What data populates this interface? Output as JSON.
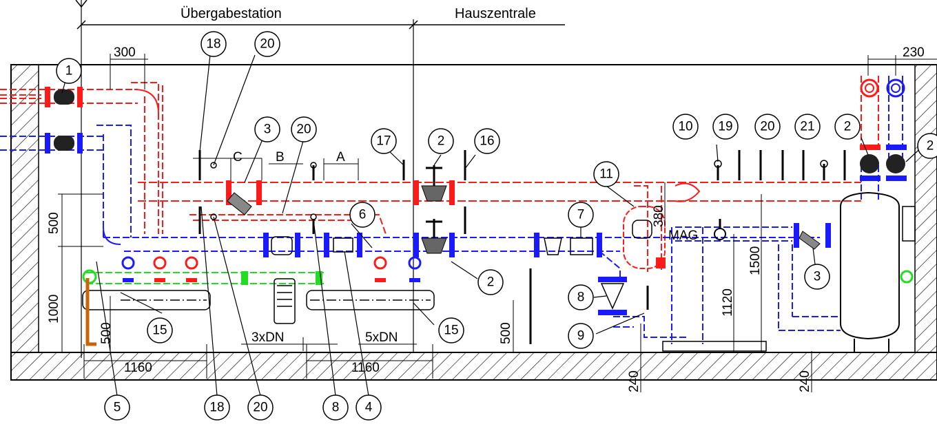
{
  "headings": {
    "left": "Übergabestation",
    "right": "Hauszentrale"
  },
  "labels": {
    "mag": "MAG",
    "a": "A",
    "b": "B",
    "c": "C"
  },
  "dimensions": {
    "d300": "300",
    "d230": "230",
    "d500_left": "500",
    "d1000": "1000",
    "d500_bottom": "500",
    "d1160_left": "1160",
    "d1160_right": "1160",
    "d3xdn": "3xDN",
    "d5xdn": "5xDN",
    "d500_mid": "500",
    "d380": "380",
    "d1120": "1120",
    "d1500": "1500",
    "d240_a": "240",
    "d240_b": "240"
  },
  "callouts": {
    "c1": "1",
    "c18_top": "18",
    "c20_top": "20",
    "c3_top": "3",
    "c20_mid": "20",
    "c17": "17",
    "c2_top": "2",
    "c16": "16",
    "c6": "6",
    "c11": "11",
    "c7": "7",
    "c10": "10",
    "c19": "19",
    "c20_right": "20",
    "c21": "21",
    "c2_right": "2",
    "c2_edge": "2",
    "c2_bottom": "2",
    "c8_right": "8",
    "c9": "9",
    "c3_right": "3",
    "c15_left": "15",
    "c15_right": "15",
    "c5": "5",
    "c18_bottom": "18",
    "c20_bottom": "20",
    "c8_bottom": "8",
    "c4": "4"
  },
  "colors": {
    "supply": "#ff1a1a",
    "return": "#1a1aff",
    "secondary": "#22dd22",
    "drain": "#c8640a"
  }
}
